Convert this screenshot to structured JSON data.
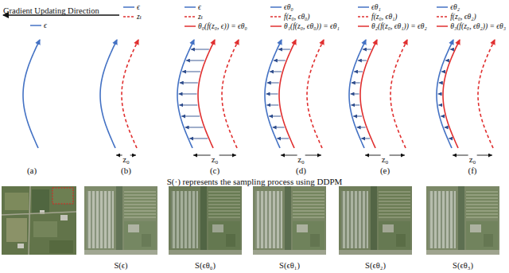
{
  "diagram": {
    "labels": [
      "Gradient Updating Direction",
      "(a)",
      "z₀",
      "(b)",
      "z₀",
      "(c)",
      "z₀",
      "(d)",
      "z₀",
      "(e)",
      "z₀",
      "(f)",
      "S(·) represents the sampling process using DDPM",
      "S(ϵ)",
      "S(ϵθ₀)",
      "S(ϵθ₁)",
      "S(ϵθ₂)",
      "S(ϵθ₃)"
    ],
    "legend": [
      {
        "text": "ϵ"
      },
      {
        "text": "ϵ"
      },
      {
        "text": "zₜ"
      },
      {
        "text": "ϵ"
      },
      {
        "text": "zₜ"
      },
      {
        "text": "θ₀(f(z₀, ϵ)) = ϵθ₀"
      },
      {
        "text": "ϵθ₀"
      },
      {
        "text": "f(z₀, ϵθ₀)"
      },
      {
        "text": "θ₁(f(z₀, ϵθ₀)) = ϵθ₁"
      },
      {
        "text": "ϵθ₁"
      },
      {
        "text": "f(z₀, ϵθ₁)"
      },
      {
        "text": "θ₂(f(z₀, ϵθ₁)) = ϵθ₂"
      },
      {
        "text": "ϵθ₂"
      },
      {
        "text": "f(z₀, ϵθ₂)"
      },
      {
        "text": "θ₃(f(z₀, ϵθ₂)) = ϵθ₃"
      }
    ]
  }
}
